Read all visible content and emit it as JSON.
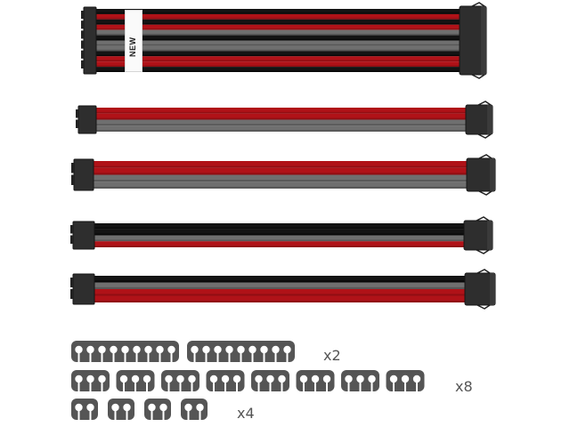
{
  "colors": {
    "red": "#b01218",
    "red_dark": "#7e0c10",
    "grey": "#6f6f6f",
    "grey_dark": "#4a4a4a",
    "black": "#141414",
    "connector": "#2e2e2e",
    "connector_edge": "#151515",
    "comb": "#555555"
  },
  "cables": [
    {
      "name": "cable-24pin",
      "wires": [
        "black",
        "red",
        "black",
        "red",
        "grey",
        "black",
        "grey",
        "grey",
        "black",
        "red",
        "red",
        "black"
      ]
    },
    {
      "name": "cable-8pin-a",
      "wires": [
        "red",
        "red",
        "grey",
        "grey"
      ]
    },
    {
      "name": "cable-8pin-b",
      "wires": [
        "red",
        "red",
        "grey",
        "grey"
      ]
    },
    {
      "name": "cable-8pin-c",
      "wires": [
        "black",
        "black",
        "grey",
        "red"
      ]
    },
    {
      "name": "cable-8pin-d",
      "wires": [
        "black",
        "grey",
        "red",
        "red"
      ]
    }
  ],
  "brand_label": "NEW",
  "combs": {
    "row1_count": 2,
    "row2_count": 8,
    "row3_count": 4,
    "row1_qty": "x2",
    "row2_qty": "x8",
    "row3_qty": "x4"
  }
}
